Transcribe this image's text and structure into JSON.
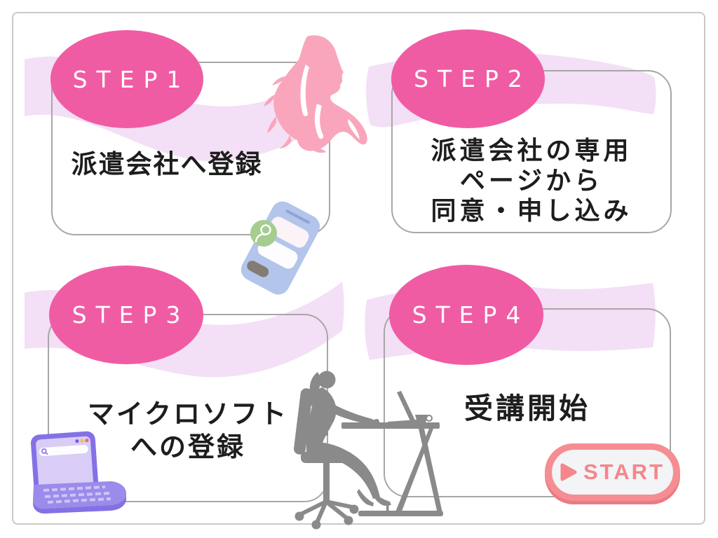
{
  "poster": {
    "type": "step-flow-infographic",
    "background": "#ffffff",
    "outer_border_color": "#c9c9c9",
    "card_border_color": "#a7a7a7"
  },
  "colors": {
    "step_badge_pink": "#f05ca4",
    "ribbon_lavender": "#f3dff6",
    "text_black": "#1d1d1d",
    "hair_pink": "#f9a6bc",
    "silhouette_gray": "#8a8a8a",
    "smartphone_blue": "#b3c5eb",
    "laptop_purple": "#8471e5",
    "start_salmon": "#f58d92"
  },
  "steps": [
    {
      "badge": "STEP1",
      "lines": [
        "派遣会社へ登録"
      ]
    },
    {
      "badge": "STEP2",
      "lines": [
        "派遣会社の専用",
        "ページから",
        "同意・申し込み"
      ]
    },
    {
      "badge": "STEP3",
      "lines": [
        "マイクロソフト",
        "への登録"
      ]
    },
    {
      "badge": "STEP4",
      "lines": [
        "受講開始"
      ]
    }
  ],
  "start_button": {
    "label": "START",
    "icon": "play-icon"
  },
  "illustrations": [
    {
      "name": "woman-hair-silhouette",
      "color": "#f9a6bc"
    },
    {
      "name": "smartphone-signup-illustration",
      "color": "#b3c5eb"
    },
    {
      "name": "purple-laptop-illustration",
      "color": "#8471e5"
    },
    {
      "name": "woman-at-desk-silhouette",
      "color": "#8a8a8a"
    }
  ]
}
